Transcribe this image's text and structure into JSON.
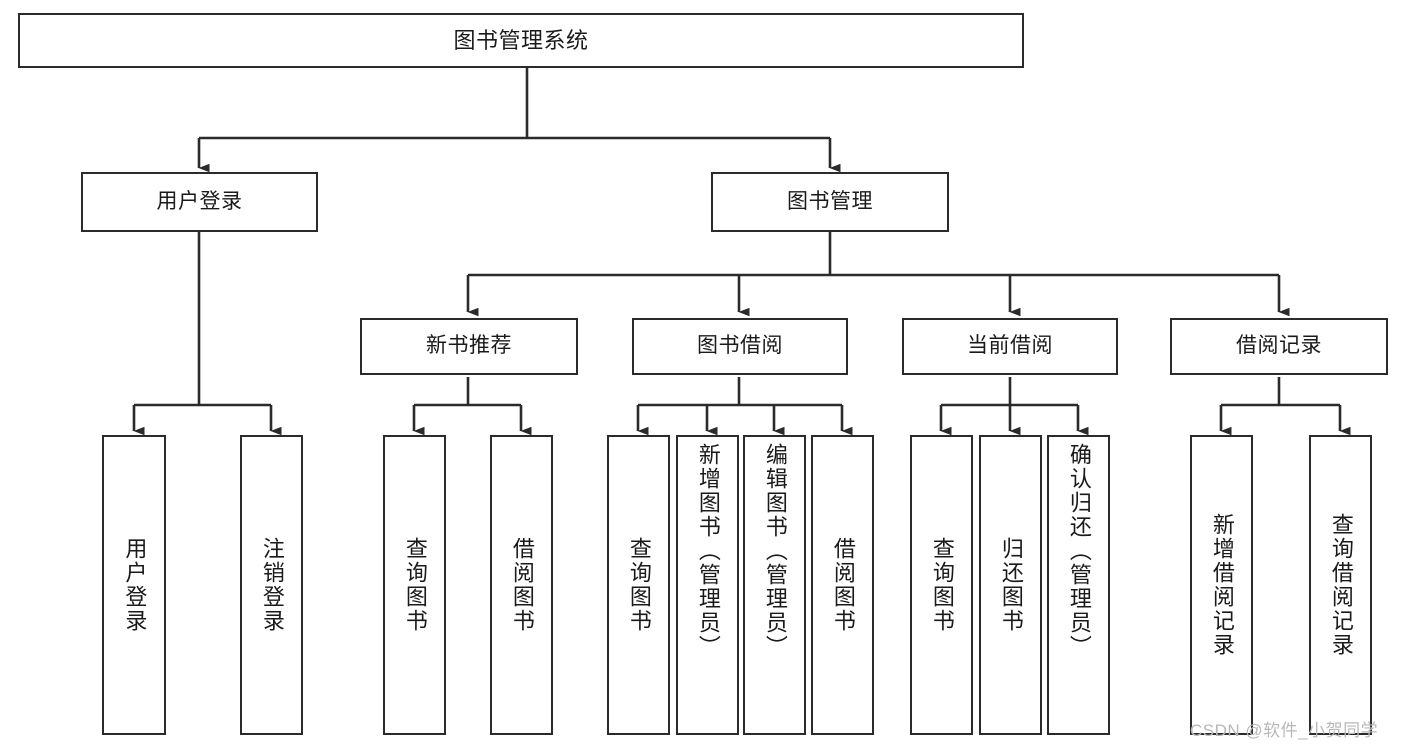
{
  "diagram": {
    "type": "tree",
    "title": "图书管理系统",
    "watermark": "CSDN @软件_小贺同学",
    "colors": {
      "box_border": "#2b2b2b",
      "box_fill": "#ffffff",
      "edge": "#2b2b2b",
      "text": "#1a1a1a",
      "watermark": "#b8b8b8"
    },
    "nodes": {
      "root": {
        "label": "图书管理系统"
      },
      "level2": [
        {
          "label": "用户登录"
        },
        {
          "label": "图书管理"
        }
      ],
      "level3": [
        {
          "label": "新书推荐"
        },
        {
          "label": "图书借阅"
        },
        {
          "label": "当前借阅"
        },
        {
          "label": "借阅记录"
        }
      ],
      "leaves": {
        "user_login": [
          {
            "label": "用户登录"
          },
          {
            "label": "注销登录"
          }
        ],
        "new_book_rec": [
          {
            "label": "查询图书"
          },
          {
            "label": "借阅图书"
          }
        ],
        "book_borrow": [
          {
            "label": "查询图书"
          },
          {
            "label": "新增图书（管理员）"
          },
          {
            "label": "编辑图书（管理员）"
          },
          {
            "label": "借阅图书"
          }
        ],
        "current_borrow": [
          {
            "label": "查询图书"
          },
          {
            "label": "归还图书"
          },
          {
            "label": "确认归还（管理员）"
          }
        ],
        "borrow_record": [
          {
            "label": "新增借阅记录"
          },
          {
            "label": "查询借阅记录"
          }
        ]
      }
    }
  }
}
